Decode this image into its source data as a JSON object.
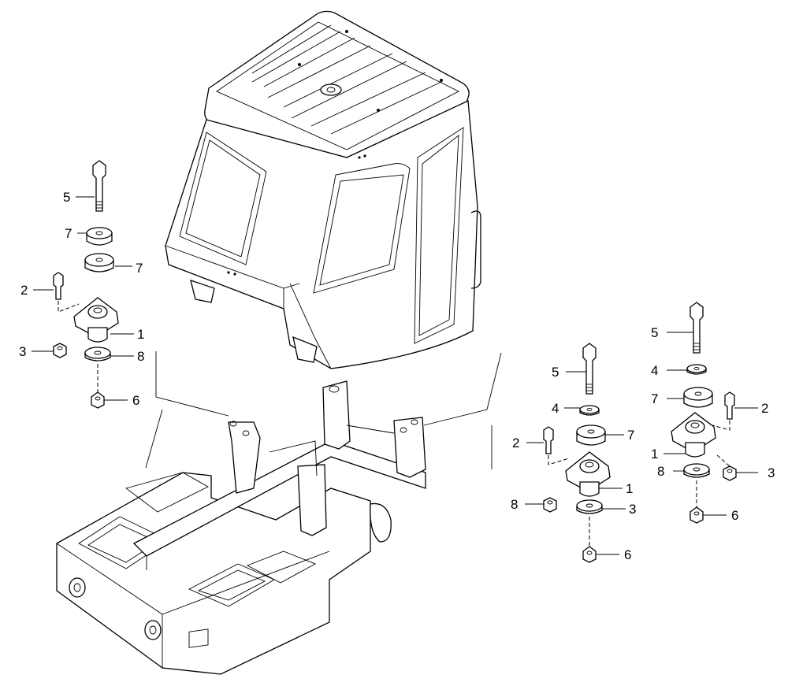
{
  "diagram": {
    "callouts": [
      {
        "id": "c1",
        "text": "5"
      },
      {
        "id": "c2",
        "text": "7"
      },
      {
        "id": "c3",
        "text": "7"
      },
      {
        "id": "c4",
        "text": "2"
      },
      {
        "id": "c5",
        "text": "1"
      },
      {
        "id": "c6",
        "text": "3"
      },
      {
        "id": "c7",
        "text": "8"
      },
      {
        "id": "c8",
        "text": "6"
      },
      {
        "id": "c9",
        "text": "5"
      },
      {
        "id": "c10",
        "text": "4"
      },
      {
        "id": "c11",
        "text": "7"
      },
      {
        "id": "c12",
        "text": "2"
      },
      {
        "id": "c13",
        "text": "1"
      },
      {
        "id": "c14",
        "text": "3"
      },
      {
        "id": "c15",
        "text": "8"
      },
      {
        "id": "c16",
        "text": "6"
      },
      {
        "id": "c17",
        "text": "5"
      },
      {
        "id": "c18",
        "text": "4"
      },
      {
        "id": "c19",
        "text": "7"
      },
      {
        "id": "c20",
        "text": "2"
      },
      {
        "id": "c21",
        "text": "1"
      },
      {
        "id": "c22",
        "text": "8"
      },
      {
        "id": "c23",
        "text": "3"
      },
      {
        "id": "c24",
        "text": "6"
      }
    ]
  }
}
